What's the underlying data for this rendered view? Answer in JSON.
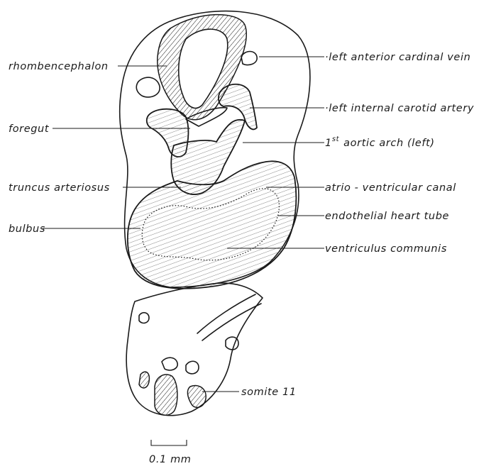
{
  "labels": {
    "left": {
      "rhombencephalon": "rhombencephalon",
      "foregut": "foregut",
      "truncus": "truncus arteriosus",
      "bulbus": "bulbus"
    },
    "right": {
      "cardinal_vein": "·left anterior cardinal vein",
      "carotid": "·left internal carotid artery",
      "aortic_arch_num": "1",
      "aortic_arch_sup": "st",
      "aortic_arch_text": "aortic arch (left)",
      "av_canal": "atrio - ventricular canal",
      "endothelial": "endothelial heart tube",
      "ventriculus": "ventriculus communis",
      "somite": "somite 11"
    }
  },
  "scale_bar": {
    "label": "0.1 mm"
  }
}
